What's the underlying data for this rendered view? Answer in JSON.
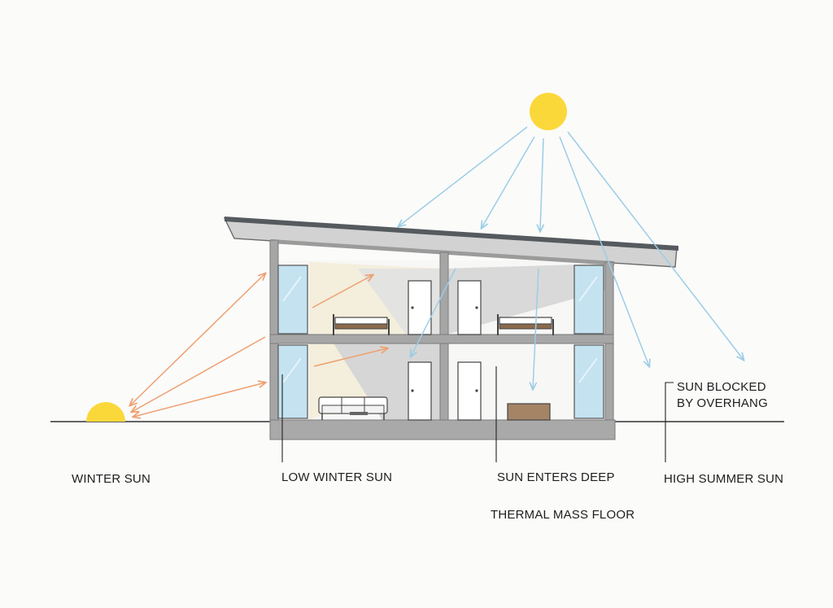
{
  "labels": {
    "winter_sun": "WINTER SUN",
    "low_winter_sun": "LOW WINTER SUN",
    "sun_enters_deep": "SUN ENTERS DEEP",
    "thermal_mass_floor": "THERMAL MASS FLOOR",
    "high_summer_sun": "HIGH SUMMER SUN",
    "sun_blocked": "SUN BLOCKED\nBY OVERHANG"
  },
  "colors": {
    "sun": "#fbd83a",
    "winter_ray": "#eea070",
    "summer_ray": "#9ccde6",
    "structure": "#8c8c8c",
    "roof_dark": "#555a5e",
    "glass": "#c4e2f0",
    "winter_light": "#f4eedc",
    "shade": "#d6d6d6"
  }
}
